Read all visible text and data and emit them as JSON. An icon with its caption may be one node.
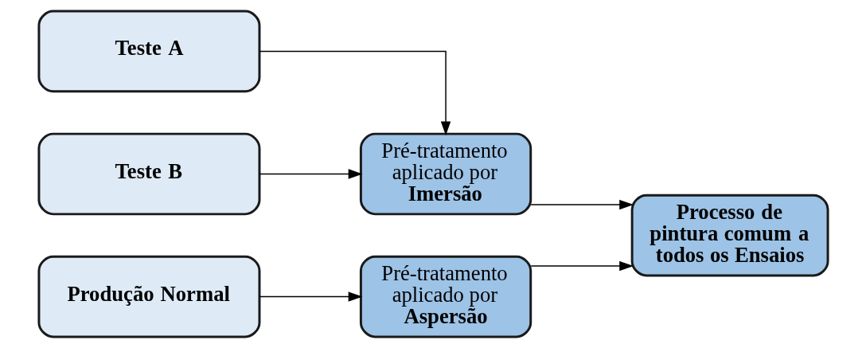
{
  "diagram": {
    "nodes": [
      {
        "text": [
          "Teste A"
        ]
      },
      {
        "text": [
          "Teste B"
        ]
      },
      {
        "text": [
          "Produção Normal"
        ]
      },
      {
        "text": [
          "Pré-tratamento aplicado por **Imersão**"
        ]
      },
      {
        "text": [
          "Pré-tratamento aplicado por **Aspersão**"
        ]
      },
      {
        "text": [
          "Processo de pintura comum a todos os Ensaios"
        ]
      }
    ],
    "edges": [
      {
        "from": 0,
        "to": 3,
        "arrow": "to"
      },
      {
        "from": 1,
        "to": 3,
        "arrow": "to"
      },
      {
        "from": 2,
        "to": 4,
        "arrow": "to"
      },
      {
        "from": 3,
        "to": 5,
        "arrow": "to"
      },
      {
        "from": 4,
        "to": 5,
        "arrow": "to"
      }
    ]
  }
}
